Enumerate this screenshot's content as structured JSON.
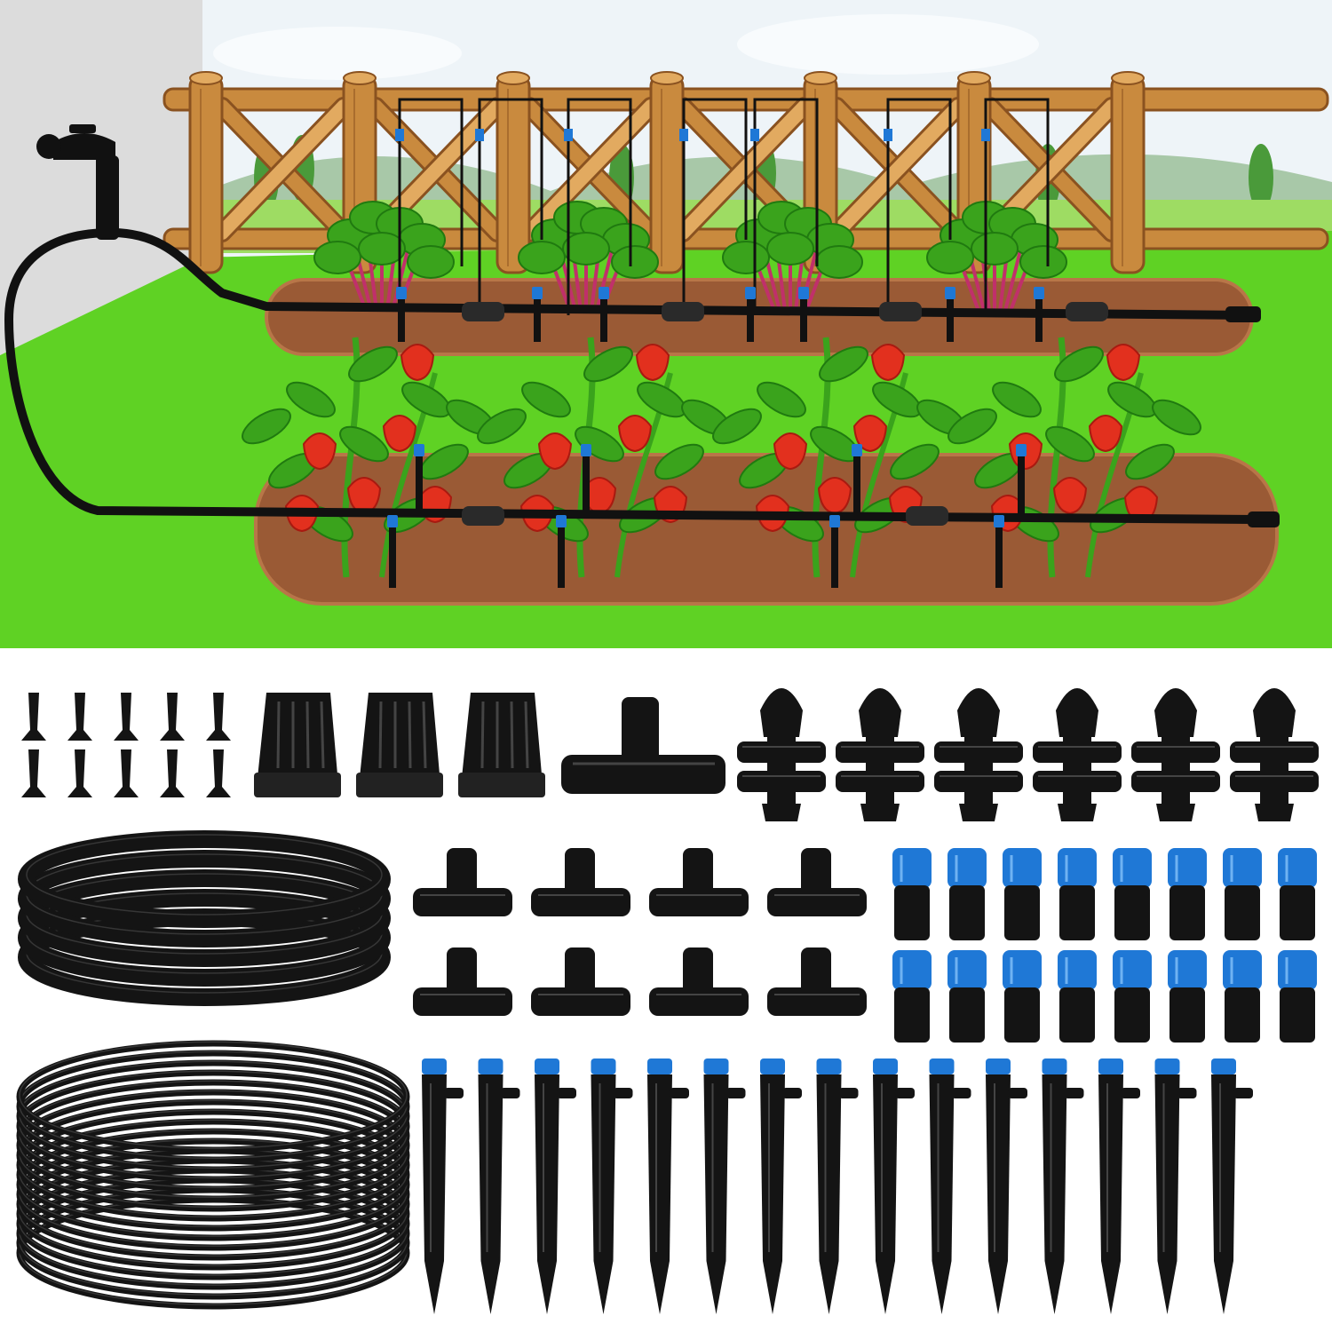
{
  "colors": {
    "sky": "#eef4f8",
    "cloud": "#f8fbfd",
    "wall": "#dcdcdc",
    "grass": "#5fd224",
    "grass_dark": "#3fa91a",
    "far_grass": "#9edc63",
    "hill": "#a8c8a8",
    "tree": "#4a9a3a",
    "soil": "#9a5a35",
    "soil_edge": "#b87648",
    "wood": "#c98a3e",
    "wood_dark": "#8a5220",
    "wood_light": "#e2aa60",
    "hose": "#111111",
    "emitter_blue": "#1f78d6",
    "pepper": "#e2301e",
    "leaf": "#3aa31c",
    "leaf_dark": "#207a10",
    "chard_stem": "#c0306a",
    "part_black": "#141414",
    "part_shine": "#444444"
  },
  "scene": {
    "fence_posts": 7,
    "bed_rows": 2,
    "pepper_plants": 4,
    "chard_plants": 4
  },
  "kit_parts": [
    {
      "name": "end-plug",
      "quantity": 10
    },
    {
      "name": "end-cap",
      "quantity": 3
    },
    {
      "name": "large-tee-connector",
      "quantity": 1
    },
    {
      "name": "four-way-connector",
      "quantity": 6
    },
    {
      "name": "coiled-main-tubing",
      "quantity": 1
    },
    {
      "name": "small-tee-connector",
      "quantity": 8
    },
    {
      "name": "blue-coupling",
      "quantity": 16
    },
    {
      "name": "coiled-distribution-tubing",
      "quantity": 1
    },
    {
      "name": "stake-emitter",
      "quantity": 15
    }
  ]
}
